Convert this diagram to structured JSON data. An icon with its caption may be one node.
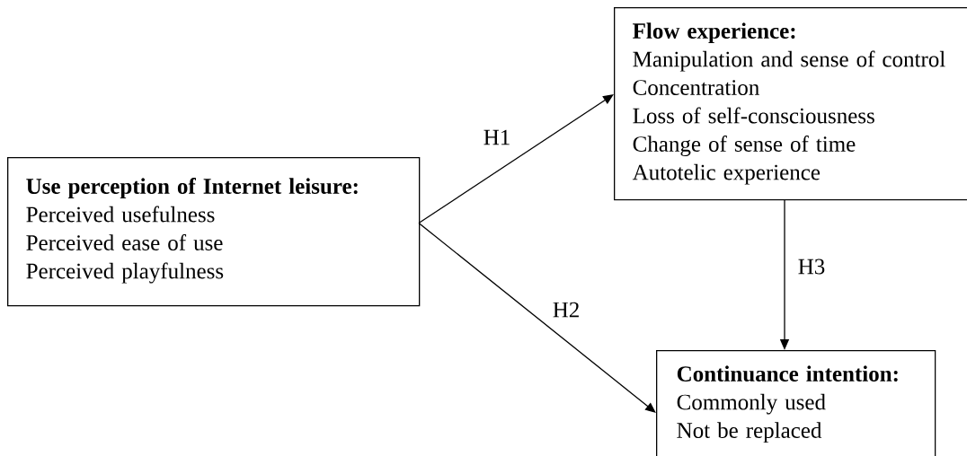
{
  "diagram": {
    "nodes": [
      {
        "text": [
          "Use perception of Internet leisure:",
          "Perceived usefulness",
          "Perceived ease of use",
          "Perceived playfulness"
        ]
      },
      {
        "text": [
          "Flow experience:",
          "Manipulation and sense of control",
          "Concentration",
          "Loss of self-consciousness",
          "Change of sense of time",
          "Autotelic experience"
        ]
      },
      {
        "text": [
          "Continuance intention:",
          "Commonly used",
          "Not be replaced"
        ]
      }
    ],
    "edges": [
      {
        "from": 0,
        "to": 1,
        "arrow": "to",
        "label": "H1"
      },
      {
        "from": 0,
        "to": 2,
        "arrow": "to",
        "label": "H2"
      },
      {
        "from": 1,
        "to": 2,
        "arrow": "to",
        "label": "H3"
      }
    ]
  }
}
